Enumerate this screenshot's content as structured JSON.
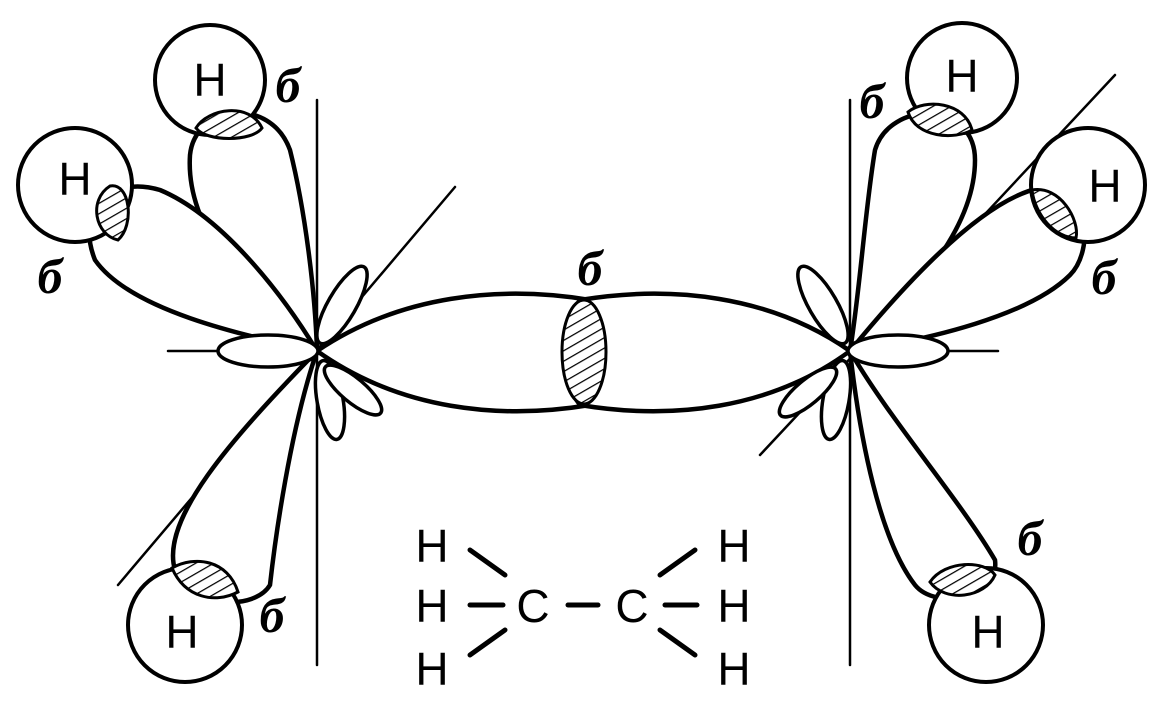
{
  "labels": {
    "hydrogen": "H",
    "carbon": "C",
    "sigma": "б"
  },
  "colors": {
    "stroke": "#000000",
    "background": "#ffffff"
  }
}
